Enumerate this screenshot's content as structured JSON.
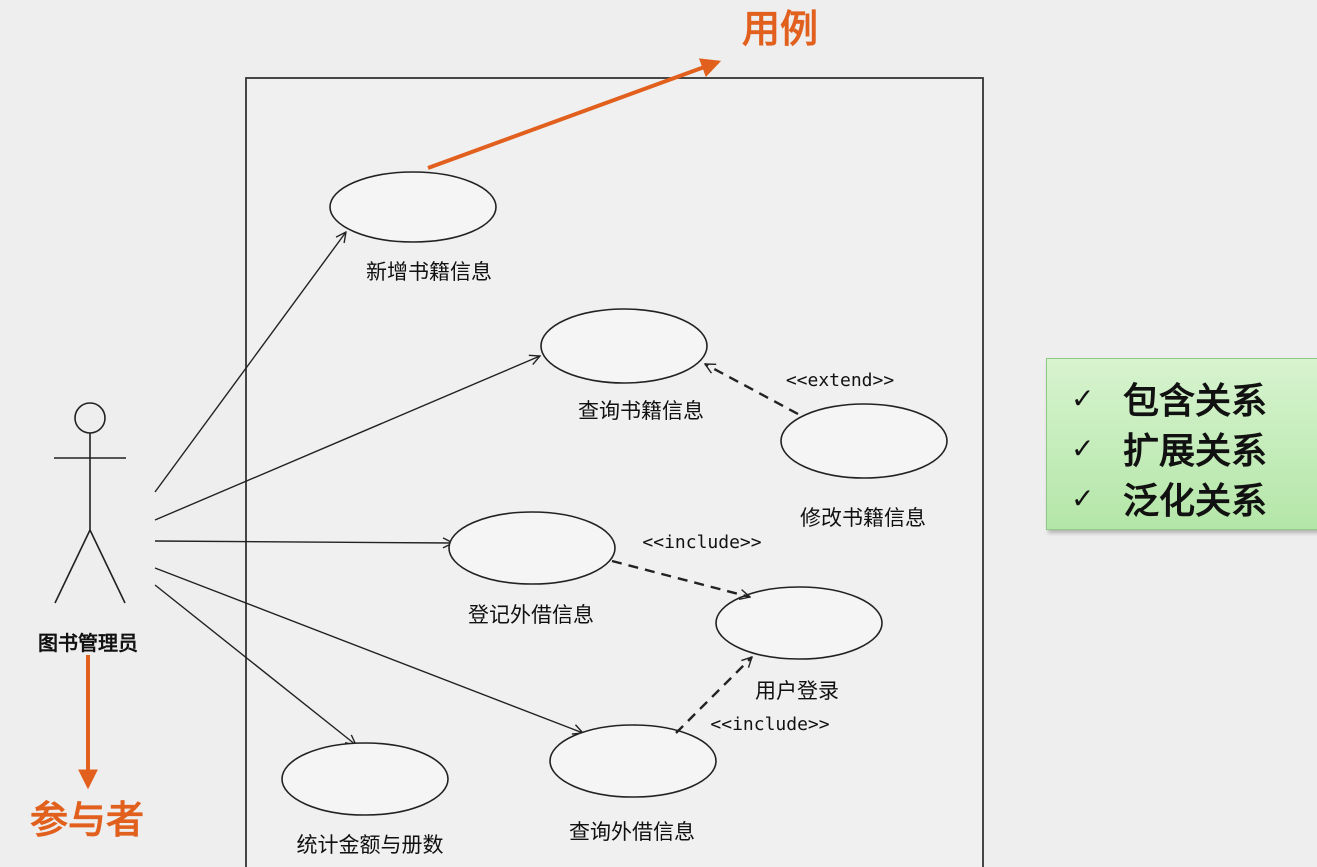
{
  "annotations": {
    "use_case": "用例",
    "actor": "参与者"
  },
  "actor": {
    "name": "图书管理员"
  },
  "use_cases": {
    "add_book": "新增书籍信息",
    "query_book": "查询书籍信息",
    "modify_book": "修改书籍信息",
    "register_loan": "登记外借信息",
    "user_login": "用户登录",
    "stats": "统计金额与册数",
    "query_loan": "查询外借信息"
  },
  "stereotypes": {
    "extend": "<<extend>>",
    "include_1": "<<include>>",
    "include_2": "<<include>>"
  },
  "relationships": {
    "items": [
      "包含关系",
      "扩展关系",
      "泛化关系"
    ],
    "check_icon": "check-icon"
  },
  "colors": {
    "annotation": "#e2601e",
    "box_fill_top": "#d7f3cf",
    "box_fill_bottom": "#b4e6a8"
  }
}
